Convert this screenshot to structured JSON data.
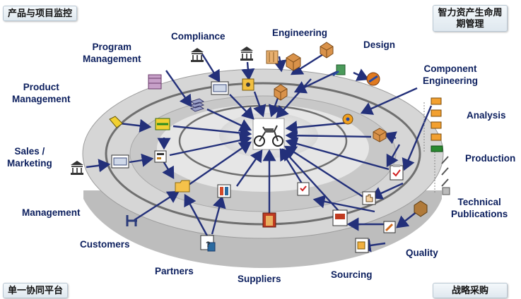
{
  "corners": {
    "top_left": "产品与项目监控",
    "top_right_line1": "智力资产生命周",
    "top_right_line2": "期管理",
    "bottom_left": "单一协同平台",
    "bottom_right": "战略采购"
  },
  "labels": {
    "compliance": "Compliance",
    "engineering": "Engineering",
    "design": "Design",
    "program_mgmt_1": "Program",
    "program_mgmt_2": "Management",
    "component_eng_1": "Component",
    "component_eng_2": "Engineering",
    "product_mgmt_1": "Product",
    "product_mgmt_2": "Management",
    "analysis": "Analysis",
    "sales_1": "Sales /",
    "sales_2": "Marketing",
    "production": "Production",
    "management": "Management",
    "technical_1": "Technical",
    "technical_2": "Publications",
    "customers": "Customers",
    "quality": "Quality",
    "partners": "Partners",
    "suppliers": "Suppliers",
    "sourcing": "Sourcing"
  },
  "colors": {
    "arrow": "#23307a",
    "label": "#0c1f5e",
    "ring_outer": "#d9d9d9",
    "ring_mid": "#c6c6c6",
    "ring_inner": "#e6e6e6",
    "ring_line": "#6f6f6f"
  }
}
